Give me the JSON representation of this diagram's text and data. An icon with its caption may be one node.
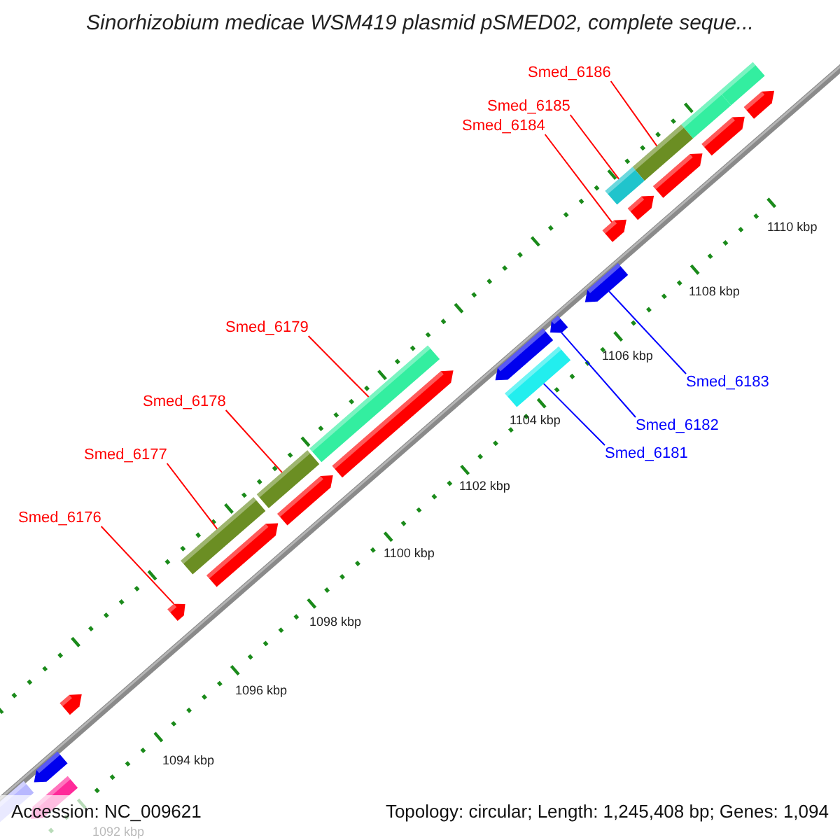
{
  "diagram": {
    "title": "Sinorhizobium medicae WSM419 plasmid pSMED02, complete seque...",
    "nodes": [
      {
        "text": [
          "Smed_6186"
        ]
      },
      {
        "text": [
          "Smed_6185"
        ]
      },
      {
        "text": [
          "Smed_6184"
        ]
      },
      {
        "text": [
          "Smed_6179"
        ]
      },
      {
        "text": [
          "Smed_6183"
        ]
      },
      {
        "text": [
          "Smed_6182"
        ]
      },
      {
        "text": [
          "Smed_6181"
        ]
      },
      {
        "text": [
          "Smed_6178"
        ]
      },
      {
        "text": [
          "Smed_6177"
        ]
      },
      {
        "text": [
          "Smed_6176"
        ]
      },
      {
        "text": [],
        "shape": "bar"
      },
      {
        "text": [],
        "shape": "bar"
      },
      {
        "text": [],
        "shape": "bar"
      },
      {
        "text": [],
        "shape": "bar"
      },
      {
        "text": [],
        "shape": "bar"
      },
      {
        "text": [],
        "shape": "bar"
      },
      {
        "text": [],
        "shape": "bar"
      },
      {
        "text": [],
        "shape": "bar"
      },
      {
        "text": [],
        "shape": "bar"
      },
      {
        "text": [],
        "shape": "bar"
      },
      {
        "text": [],
        "shape": "bar"
      },
      {
        "text": [],
        "shape": "bar"
      },
      {
        "text": [],
        "shape": "bar"
      },
      {
        "text": [],
        "shape": "bar"
      },
      {
        "text": [],
        "shape": "bar"
      },
      {
        "text": [],
        "shape": "bar"
      },
      {
        "text": [],
        "shape": "bar"
      },
      {
        "text": [],
        "shape": "bar"
      },
      {
        "text": [],
        "shape": "bar"
      },
      {
        "text": [],
        "shape": "bar"
      },
      {
        "text": [],
        "shape": "bar"
      },
      {
        "text": [],
        "shape": "bar"
      },
      {
        "text": [],
        "shape": "bar"
      },
      {
        "text": [],
        "shape": "bar"
      }
    ],
    "edges": [
      {
        "from": 0,
        "to": 14,
        "arrow": "none"
      },
      {
        "from": 1,
        "to": 16,
        "arrow": "none"
      },
      {
        "from": 2,
        "to": 18,
        "arrow": "none"
      },
      {
        "from": 3,
        "to": 23,
        "arrow": "none"
      },
      {
        "from": 4,
        "to": 19,
        "arrow": "none",
        "color": "#0000ff"
      },
      {
        "from": 5,
        "to": 20,
        "arrow": "none",
        "color": "#0000ff"
      },
      {
        "from": 6,
        "to": 22,
        "arrow": "none",
        "color": "#0000ff"
      },
      {
        "from": 7,
        "to": 25,
        "arrow": "none"
      },
      {
        "from": 8,
        "to": 27,
        "arrow": "none"
      },
      {
        "from": 9,
        "to": 29,
        "arrow": "none"
      }
    ],
    "labels": [
      "1110 kbp",
      "1108 kbp",
      "1106 kbp",
      "1104 kbp",
      "1102 kbp",
      "1100 kbp",
      "1098 kbp",
      "1096 kbp",
      "1094 kbp",
      "1092 kbp",
      "Accession: NC_009621",
      "Topology: circular; Length: 1,245,408 bp; Genes: 1,094"
    ]
  }
}
